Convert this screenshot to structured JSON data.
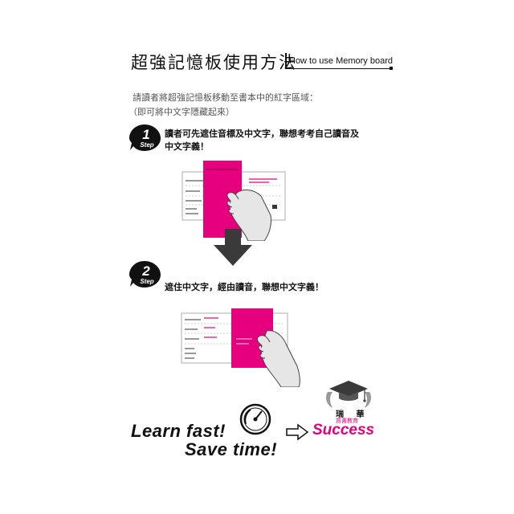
{
  "header": {
    "title": "超強記憶板使用方法",
    "subtitle_en": "How to use Memory board"
  },
  "intro": {
    "line1": "請讀者將超強記憶板移動至書本中的紅字區域：",
    "line2": "（即可將中文字隱藏起來）"
  },
  "steps": [
    {
      "number": "1",
      "badge_label": "Step",
      "text_line1": "讀者可先遮住音標及中文字，聯想考考自己讀音及",
      "text_line2": "中文字義！"
    },
    {
      "number": "2",
      "badge_label": "Step",
      "text": "遮住中文字，經由讀音，聯想中文字義！"
    }
  ],
  "slogan": {
    "line1": "Learn fast!",
    "line2": "Save time!",
    "result": "Success"
  },
  "brand": {
    "name": "瑞 華",
    "sub": "買書教育"
  },
  "colors": {
    "accent": "#e6007e",
    "text": "#111111",
    "arrow": "#3a3a3a"
  }
}
